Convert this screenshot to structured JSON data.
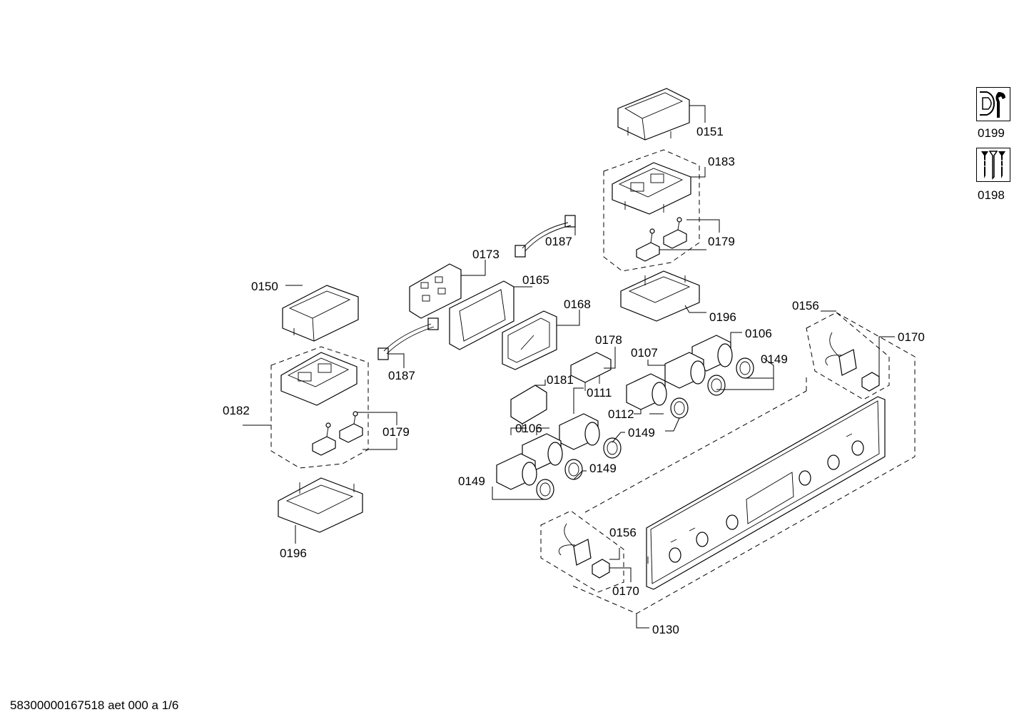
{
  "footer_text": "58300000167518 aet 000 a 1/6",
  "service_icons": [
    {
      "icon": "wrench-tool-icon",
      "label": "0199"
    },
    {
      "icon": "screws-icon",
      "label": "0198"
    }
  ],
  "labels": {
    "p0151": "0151",
    "p0183": "0183",
    "p0187a": "0187",
    "p0179a": "0179",
    "p0173": "0173",
    "p0165": "0165",
    "p0150": "0150",
    "p0168": "0168",
    "p0196a": "0196",
    "p0156a": "0156",
    "p0106a": "0106",
    "p0170a": "0170",
    "p0178": "0178",
    "p0107": "0107",
    "p0149a": "0149",
    "p0187b": "0187",
    "p0181": "0181",
    "p0111": "0111",
    "p0182": "0182",
    "p0112": "0112",
    "p0179b": "0179",
    "p0106b": "0106",
    "p0149b": "0149",
    "p0149c": "0149",
    "p0149d": "0149",
    "p0196b": "0196",
    "p0156b": "0156",
    "p0170b": "0170",
    "p0130": "0130"
  }
}
